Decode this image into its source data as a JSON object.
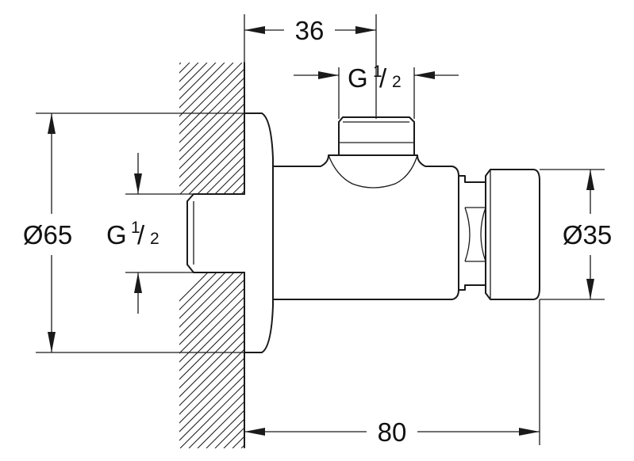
{
  "dimensions": {
    "top_width": "36",
    "top_thread_g": "G",
    "top_thread_num": "1",
    "top_thread_den": "2",
    "left_diameter": "Ø65",
    "left_thread_g": "G",
    "left_thread_num": "1",
    "left_thread_den": "2",
    "right_diameter": "Ø35",
    "bottom_length": "80"
  }
}
